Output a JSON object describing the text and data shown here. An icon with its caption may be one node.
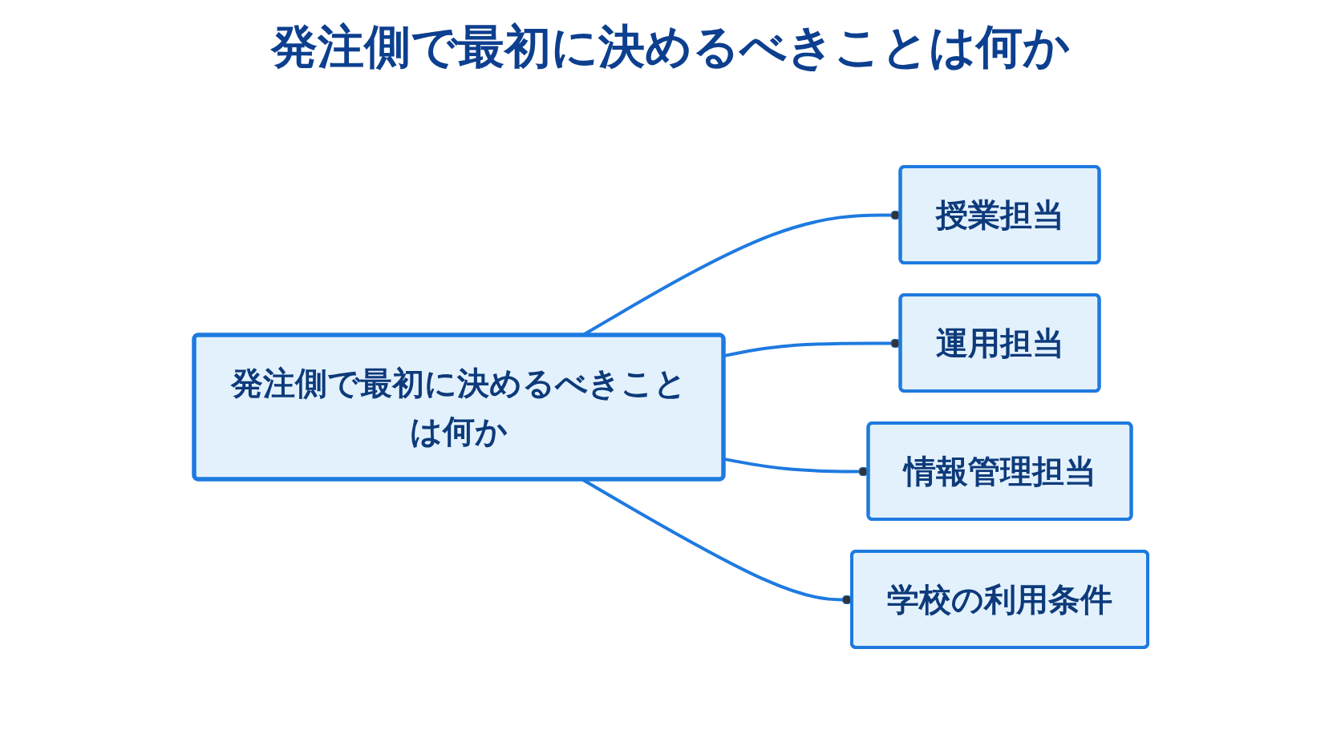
{
  "diagram": {
    "title": "発注側で最初に決めるべきことは何か",
    "nodes": [
      {
        "text": [
          "授業担当"
        ]
      },
      {
        "text": [
          "運用担当"
        ]
      },
      {
        "text": [
          "発注側で最初に決めるべきことは何か"
        ]
      },
      {
        "text": [
          "情報管理担当"
        ]
      },
      {
        "text": [
          "学校の利用条件"
        ]
      }
    ],
    "edges": [
      {
        "from": 2,
        "to": 0,
        "arrow": "other"
      },
      {
        "from": 2,
        "to": 1,
        "arrow": "other"
      },
      {
        "from": 2,
        "to": 3,
        "arrow": "other"
      },
      {
        "from": 2,
        "to": 4,
        "arrow": "other"
      }
    ]
  }
}
